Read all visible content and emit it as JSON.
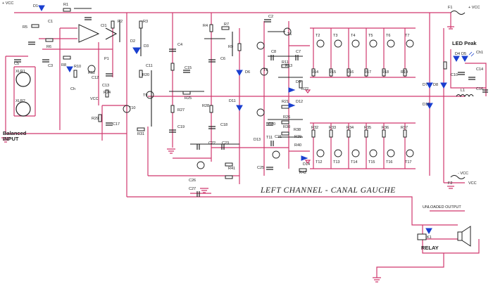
{
  "schematic": {
    "title": "LEFT CHANNEL - CANAL GAUCHE",
    "input_label": "Balanced\nINPUT",
    "led_label": "LED Peak",
    "unloaded_output": "UNLOADED OUTPUT",
    "relay_label": "RELAY",
    "plus_vcc": "+ VCC",
    "minus_vcc": "- VCC",
    "vcc": "VCC",
    "xlr1": "XLR1",
    "xlr2": "XLR2",
    "opamp_ref": "CI1",
    "fuse_top": "F1",
    "fuse_bottom": "F2",
    "inductor": "L1",
    "relay_ref": "K1",
    "output_transistors_top": [
      "T2",
      "T3",
      "T4",
      "T5",
      "T6",
      "T7"
    ],
    "output_transistors_bottom": [
      "T12",
      "T13",
      "T14",
      "T15",
      "T16",
      "T17"
    ],
    "emitter_resistors_top": [
      "R14",
      "R15",
      "R16",
      "R17",
      "R18",
      "R19"
    ],
    "emitter_resistors_bottom": [
      "R32",
      "R33",
      "R34",
      "R35",
      "R36",
      "R37"
    ],
    "misc_labels": [
      "R1",
      "R2",
      "R3",
      "R4",
      "R5",
      "R6",
      "R7",
      "R8",
      "R9",
      "R10",
      "R11",
      "R12",
      "R13",
      "R20",
      "R21",
      "R22",
      "R24",
      "R25",
      "R26",
      "R27",
      "R28",
      "R29",
      "R30",
      "R31",
      "R38",
      "R39",
      "R40",
      "R41",
      "R42",
      "C1",
      "C2",
      "C3",
      "C4",
      "C5",
      "C6",
      "C7",
      "C8",
      "C9",
      "C10",
      "C11",
      "C12",
      "C13",
      "C14",
      "C15",
      "C16",
      "C17",
      "C18",
      "C19",
      "C20",
      "C21",
      "C22",
      "C23",
      "C24",
      "C25",
      "C26",
      "C27",
      "T1",
      "T8",
      "T9",
      "T10",
      "T11",
      "D1",
      "D2",
      "D3",
      "D4",
      "D5",
      "D6",
      "D7",
      "D8",
      "D9",
      "D10",
      "D11",
      "D12",
      "D13",
      "D14",
      "P1",
      "Ch",
      "Ch1"
    ]
  }
}
